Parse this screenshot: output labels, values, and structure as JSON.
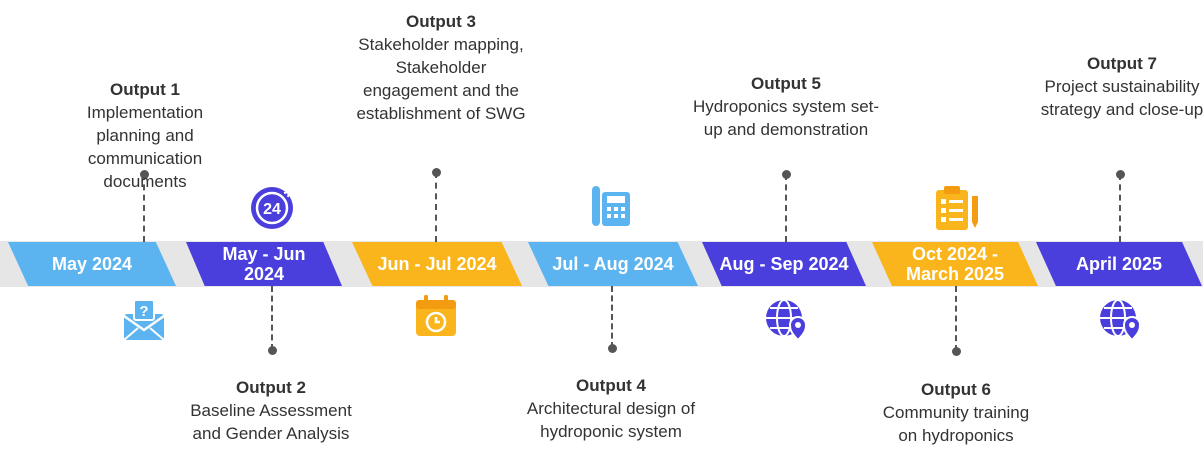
{
  "colors": {
    "light_blue": "#5bb4f0",
    "indigo": "#4a3fdc",
    "amber": "#f9b51b",
    "band": "#e6e6e6",
    "connector": "#555555",
    "text": "#333333"
  },
  "periods": [
    {
      "label": "May 2024",
      "color": "#5bb4f0",
      "icon": "envelope-question-icon"
    },
    {
      "label": "May - Jun 2024",
      "color": "#4a3fdc",
      "icon": "clock-24-icon"
    },
    {
      "label": "Jun - Jul 2024",
      "color": "#f9b51b",
      "icon": "calendar-clock-icon"
    },
    {
      "label": "Jul - Aug 2024",
      "color": "#5bb4f0",
      "icon": "office-phone-icon"
    },
    {
      "label": "Aug - Sep 2024",
      "color": "#4a3fdc",
      "icon": "globe-pin-icon"
    },
    {
      "label": "Oct 2024 - March 2025",
      "color": "#f9b51b",
      "icon": "clipboard-checklist-icon"
    },
    {
      "label": "April 2025",
      "color": "#4a3fdc",
      "icon": "globe-pin-icon"
    }
  ],
  "outputs": [
    {
      "title": "Output 1",
      "description": "Implementation planning and communication documents",
      "position": "above"
    },
    {
      "title": "Output 2",
      "description": "Baseline Assessment and Gender Analysis",
      "position": "below"
    },
    {
      "title": "Output 3",
      "description": "Stakeholder mapping, Stakeholder engagement and the establishment of SWG",
      "position": "above"
    },
    {
      "title": "Output 4",
      "description": "Architectural design of hydroponic system",
      "position": "below"
    },
    {
      "title": "Output 5",
      "description": "Hydroponics system set-up and demonstration",
      "position": "above"
    },
    {
      "title": "Output 6",
      "description": "Community training on hydroponics",
      "position": "below"
    },
    {
      "title": "Output 7",
      "description": "Project sustainability strategy and close-up",
      "position": "above"
    }
  ]
}
